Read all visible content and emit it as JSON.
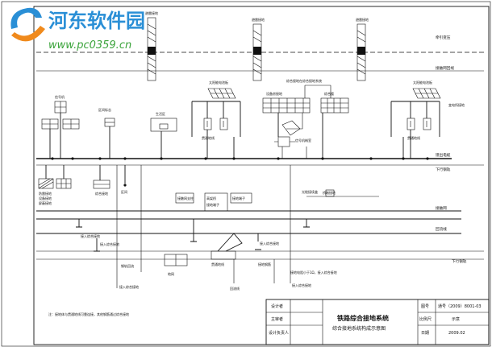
{
  "watermark": {
    "name": "河东软件园",
    "url": "www.pc0359.cn"
  },
  "labels": {
    "top_line": "牵引变压",
    "second_line": "接触网回线",
    "bus_right": "馈出电缆",
    "rail_right": "下行钢轨",
    "track_1": "接触网",
    "track_2": "回流线",
    "track_3": "下行钢轨",
    "pole_1": "避雷接地",
    "pole_2": "避雷接地",
    "pole_3": "避雷接地",
    "station_left": "信号机",
    "station_tag": "区间标志",
    "building_1": "生活区",
    "building_2": "信号机械室",
    "center_block": "综合接地在综合接地系统",
    "center_sub_1": "设备房接地",
    "center_sub_2": "综合楼",
    "right_block": "变电所接地",
    "panel_left": "太阳能电池板",
    "panel_right": "太阳能电池板",
    "box_a": "综合接地",
    "box_b": "贯通地线",
    "box_c": "贯通地线",
    "cable_box": "光缆接续盒",
    "gate": "钢轨回流",
    "ground_pit": "地网",
    "mid_note": "桥墩接地",
    "note_1": "接触网支柱",
    "note_2": "高架桥",
    "note_3": "接地端子",
    "drop_1": "接入综合接地",
    "drop_2": "接入综合接地",
    "drop_3": "接入综合接地",
    "drop_4": "接入综合接地",
    "mid_box_1": "接地端子",
    "mid_box_2": "贯通地线",
    "mid_box_3": "接地钢筋",
    "bottom_note": "接地电阻小于1Ω，接入综合接地",
    "footnote": "注：接地体与贯通地线可靠连接，其他钢筋通过综合接地",
    "left_bottom_1": "防雷接地",
    "left_bottom_2": "设备接地",
    "left_bottom_3": "屏蔽接地",
    "bottom_tag_left": "区间",
    "ret_line": "回流线"
  },
  "title_block": {
    "row1_label": "设计者",
    "row2_label": "主审者",
    "row3_label": "设计负责人",
    "main_title": "铁路综合接地系统",
    "sub_title": "综合接地系统构成示意图",
    "col_a1": "图号",
    "col_a2": "比例尺",
    "col_a3": "日期",
    "val_a1": "通号（2009）8001-03",
    "val_a2": "示意",
    "val_a3": "2009.02"
  }
}
